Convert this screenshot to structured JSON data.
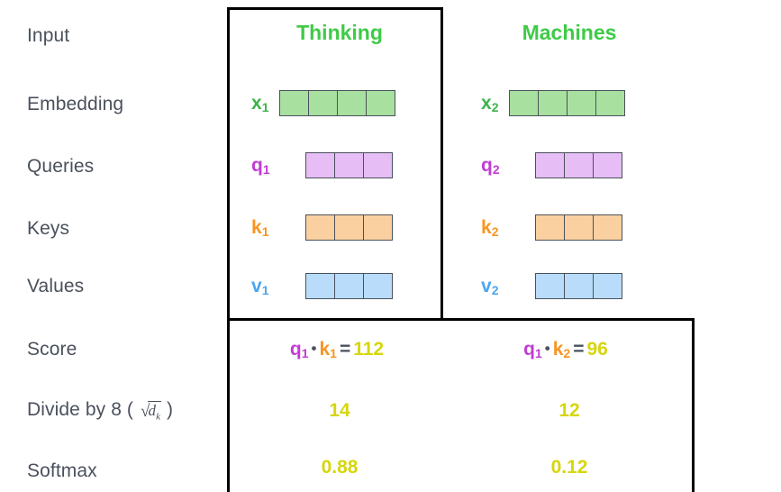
{
  "colors": {
    "row_label": "#4a515c",
    "header_green": "#3ecb47",
    "x_green": "#3cb44b",
    "q_purple": "#c13cd4",
    "k_orange": "#f89521",
    "v_blue": "#4da6f0",
    "score_yellow": "#d6d60e",
    "cell_green": "#a8e0a0",
    "cell_purple": "#e6bdf5",
    "cell_orange": "#fbd0a0",
    "cell_blue": "#b8dcfa",
    "cell_border": "#4a515c",
    "outline": "#000000"
  },
  "row_labels": [
    {
      "id": "input",
      "text": "Input"
    },
    {
      "id": "embedding",
      "text": "Embedding"
    },
    {
      "id": "queries",
      "text": "Queries"
    },
    {
      "id": "keys",
      "text": "Keys"
    },
    {
      "id": "values",
      "text": "Values"
    },
    {
      "id": "score",
      "text": "Score"
    },
    {
      "id": "divide",
      "text": "Divide by 8 ("
    },
    {
      "id": "softmax",
      "text": "Softmax"
    }
  ],
  "divide_math": {
    "radical": "√",
    "radicand_base": "d",
    "radicand_sub": "k",
    "close_paren": ")"
  },
  "columns": [
    {
      "id": "col-1",
      "word": "Thinking",
      "embedding": {
        "tag": "x",
        "sub": "1",
        "cells": 4
      },
      "query": {
        "tag": "q",
        "sub": "1",
        "cells": 3
      },
      "key": {
        "tag": "k",
        "sub": "1",
        "cells": 3
      },
      "value": {
        "tag": "v",
        "sub": "1",
        "cells": 3
      },
      "score": {
        "q_tag": "q",
        "q_sub": "1",
        "dot": "•",
        "k_tag": "k",
        "k_sub": "1",
        "eq": "=",
        "result": "112"
      },
      "divided": "14",
      "softmax": "0.88"
    },
    {
      "id": "col-2",
      "word": "Machines",
      "embedding": {
        "tag": "x",
        "sub": "2",
        "cells": 4
      },
      "query": {
        "tag": "q",
        "sub": "2",
        "cells": 3
      },
      "key": {
        "tag": "k",
        "sub": "2",
        "cells": 3
      },
      "value": {
        "tag": "v",
        "sub": "2",
        "cells": 3
      },
      "score": {
        "q_tag": "q",
        "q_sub": "1",
        "dot": "•",
        "k_tag": "k",
        "k_sub": "2",
        "eq": "=",
        "result": "96"
      },
      "divided": "12",
      "softmax": "0.12"
    }
  ]
}
